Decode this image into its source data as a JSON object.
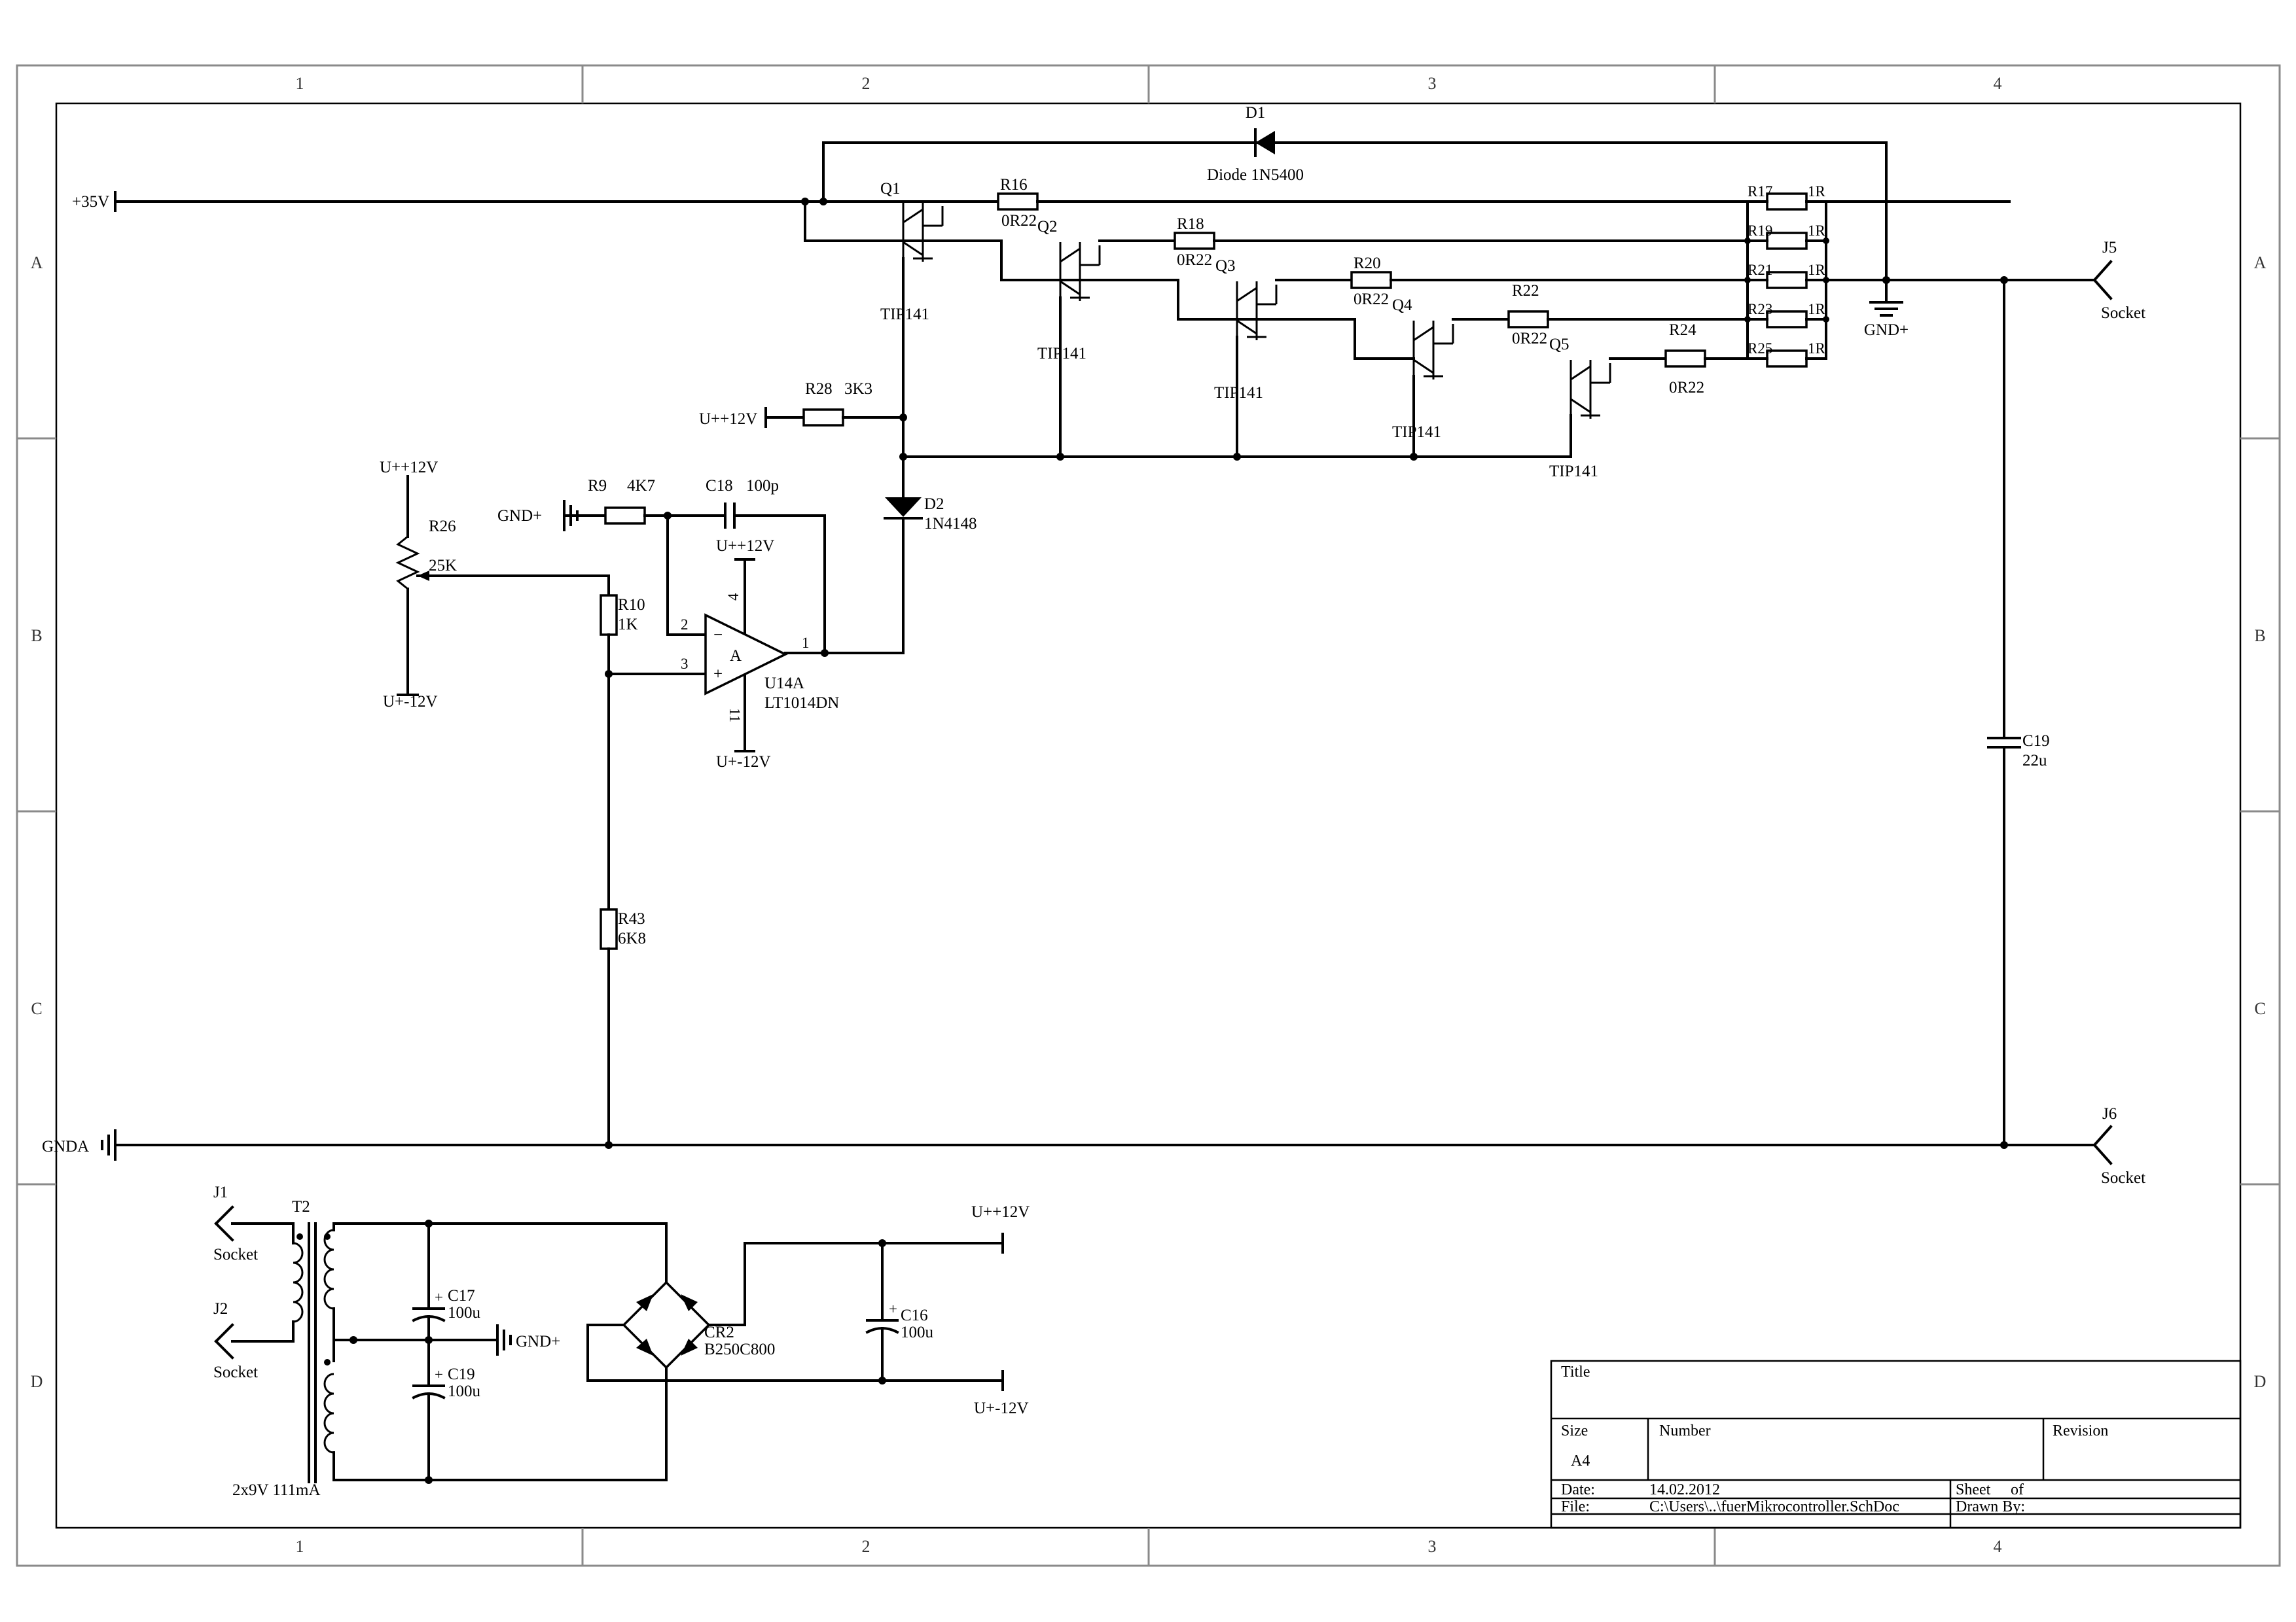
{
  "frame": {
    "columns": [
      "1",
      "2",
      "3",
      "4"
    ],
    "rows": [
      "A",
      "B",
      "C",
      "D"
    ]
  },
  "nets": {
    "v35": "+35V",
    "upp12_a": "U++12V",
    "upp12_b": "U++12V",
    "upp12_c": "U++12V",
    "upp12_d": "U++12V",
    "upm12_a": "U+-12V",
    "upm12_b": "U+-12V",
    "upm12_c": "U+-12V",
    "gnd_plus_a": "GND+",
    "gnd_plus_b": "GND+",
    "gnd_plus_c": "GND+",
    "gnda": "GNDA"
  },
  "components": {
    "D1": {
      "ref": "D1",
      "value": "Diode 1N5400"
    },
    "D2": {
      "ref": "D2",
      "value": "1N4148"
    },
    "Q1": {
      "ref": "Q1",
      "value": "TIP141"
    },
    "Q2": {
      "ref": "Q2",
      "value": "TIP141"
    },
    "Q3": {
      "ref": "Q3",
      "value": "TIP141"
    },
    "Q4": {
      "ref": "Q4",
      "value": "TIP141"
    },
    "Q5": {
      "ref": "Q5",
      "value": "TIP141"
    },
    "R16": {
      "ref": "R16",
      "value": "0R22"
    },
    "R18": {
      "ref": "R18",
      "value": "0R22"
    },
    "R20": {
      "ref": "R20",
      "value": "0R22"
    },
    "R22": {
      "ref": "R22",
      "value": "0R22"
    },
    "R24": {
      "ref": "R24",
      "value": "0R22"
    },
    "R17": {
      "ref": "R17",
      "value": "1R"
    },
    "R19": {
      "ref": "R19",
      "value": "1R"
    },
    "R21": {
      "ref": "R21",
      "value": "1R"
    },
    "R23": {
      "ref": "R23",
      "value": "1R"
    },
    "R25": {
      "ref": "R25",
      "value": "1R"
    },
    "R28": {
      "ref": "R28",
      "value": "3K3"
    },
    "R9": {
      "ref": "R9",
      "value": "4K7"
    },
    "C18": {
      "ref": "C18",
      "value": "100p"
    },
    "R26": {
      "ref": "R26",
      "value": "25K"
    },
    "R10": {
      "ref": "R10",
      "value": "1K"
    },
    "R43": {
      "ref": "R43",
      "value": "6K8"
    },
    "U14A": {
      "ref": "U14A",
      "value": "LT1014DN",
      "unit": "A",
      "pin_in_minus": "2",
      "pin_in_plus": "3",
      "pin_out": "1",
      "pin_vp": "4",
      "pin_vm": "11"
    },
    "C19_out": {
      "ref": "C19",
      "value": "22u"
    },
    "J5": {
      "ref": "J5",
      "value": "Socket"
    },
    "J6": {
      "ref": "J6",
      "value": "Socket"
    },
    "J1": {
      "ref": "J1",
      "value": "Socket"
    },
    "J2": {
      "ref": "J2",
      "value": "Socket"
    },
    "T2": {
      "ref": "T2",
      "value": "2x9V 111mA"
    },
    "C17": {
      "ref": "C17",
      "value": "100u"
    },
    "C19_ps": {
      "ref": "C19",
      "value": "100u"
    },
    "CR2": {
      "ref": "CR2",
      "value": "B250C800"
    },
    "C16": {
      "ref": "C16",
      "value": "100u"
    }
  },
  "title_block": {
    "title_label": "Title",
    "size_label": "Size",
    "size_value": "A4",
    "number_label": "Number",
    "revision_label": "Revision",
    "date_label": "Date:",
    "date_value": "14.02.2012",
    "sheet_label": "Sheet",
    "of_label": "of",
    "file_label": "File:",
    "file_value": "C:\\Users\\..\\fuerMikrocontroller.SchDoc",
    "drawn_by_label": "Drawn By:"
  }
}
